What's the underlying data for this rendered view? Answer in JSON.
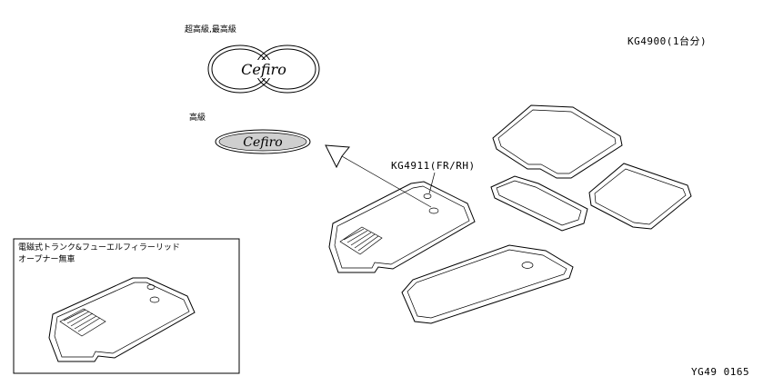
{
  "labels": {
    "premium_grade": "超高級,最高級",
    "high_grade": "高級",
    "set_code": "KG4900(1台分)",
    "part_code": "KG4911(FR/RH)",
    "inset_line1": "電磁式トランク&フューエルフィラーリッド",
    "inset_line2": "オープナー無車",
    "drawing_id": "YG49 0165"
  },
  "emblem": {
    "text": "Cefiro"
  }
}
